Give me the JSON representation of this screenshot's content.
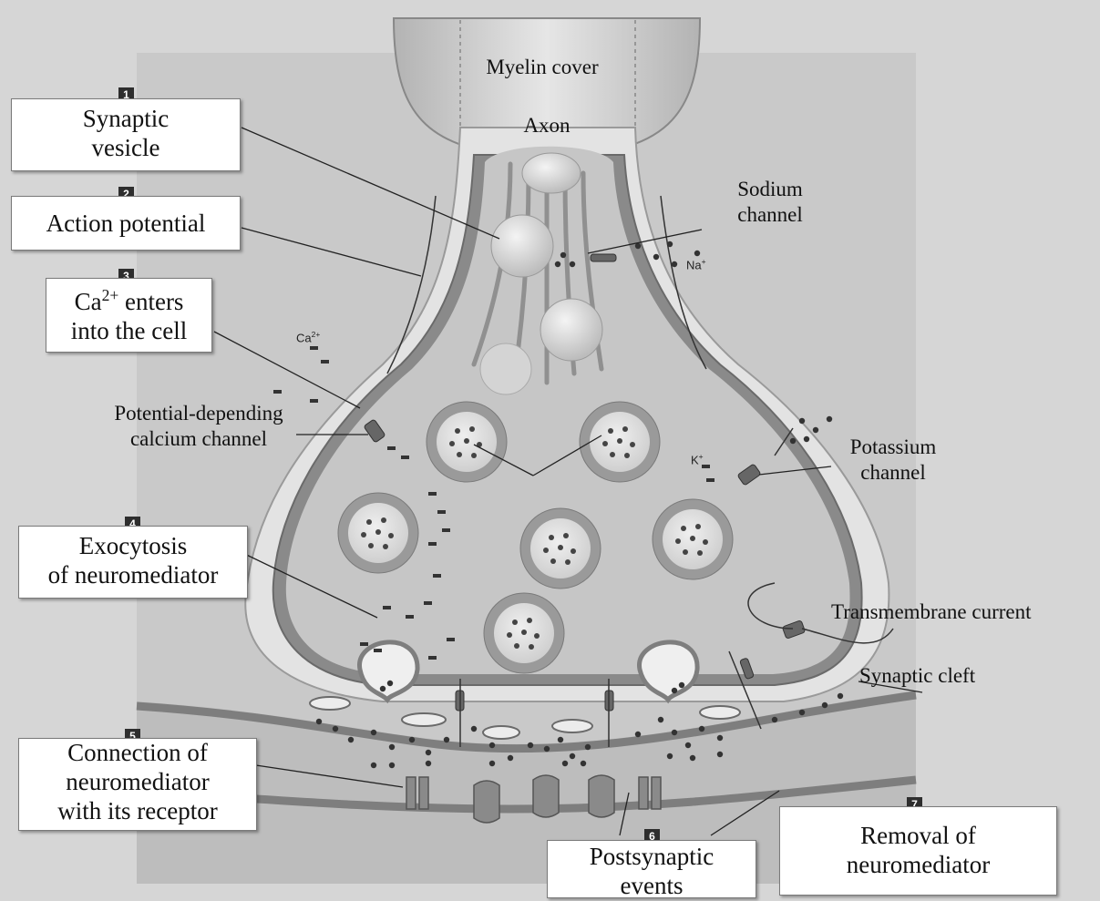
{
  "steps": [
    {
      "number": "1",
      "label": [
        "Synaptic",
        "vesicle"
      ]
    },
    {
      "number": "2",
      "label": [
        "Action potential"
      ]
    },
    {
      "number": "3",
      "label_prefix": "Ca",
      "label_sup": "2+",
      "label_rest": " enters",
      "label_line2": "into the cell"
    },
    {
      "number": "4",
      "label": [
        "Exocytosis",
        "of neuromediator"
      ]
    },
    {
      "number": "5",
      "label": [
        "Connection of",
        "neuromediator",
        "with its receptor"
      ]
    },
    {
      "number": "6",
      "label": [
        "Postsynaptic",
        "events"
      ]
    },
    {
      "number": "7",
      "label": [
        "Removal of",
        "neuromediator"
      ]
    }
  ],
  "structures": {
    "myelin": "Myelin cover",
    "axon": "Axon",
    "sodium_channel": [
      "Sodium",
      "channel"
    ],
    "calcium_channel": [
      "Potential-depending",
      "calcium channel"
    ],
    "potassium_channel": [
      "Potassium",
      "channel"
    ],
    "transmembrane_current": "Transmembrane current",
    "synaptic_cleft": "Synaptic cleft"
  },
  "ions": {
    "na": "Na",
    "na_sup": "+",
    "ca": "Ca",
    "ca_sup": "2+",
    "k": "K",
    "k_sup": "+"
  },
  "colors": {
    "background": "#d9d9d9",
    "membrane": "#7e7e7e",
    "vesicle_ring": "#8a8a8a",
    "cytoplasm": "#c4c4c4",
    "box_fill": "#ffffff"
  }
}
